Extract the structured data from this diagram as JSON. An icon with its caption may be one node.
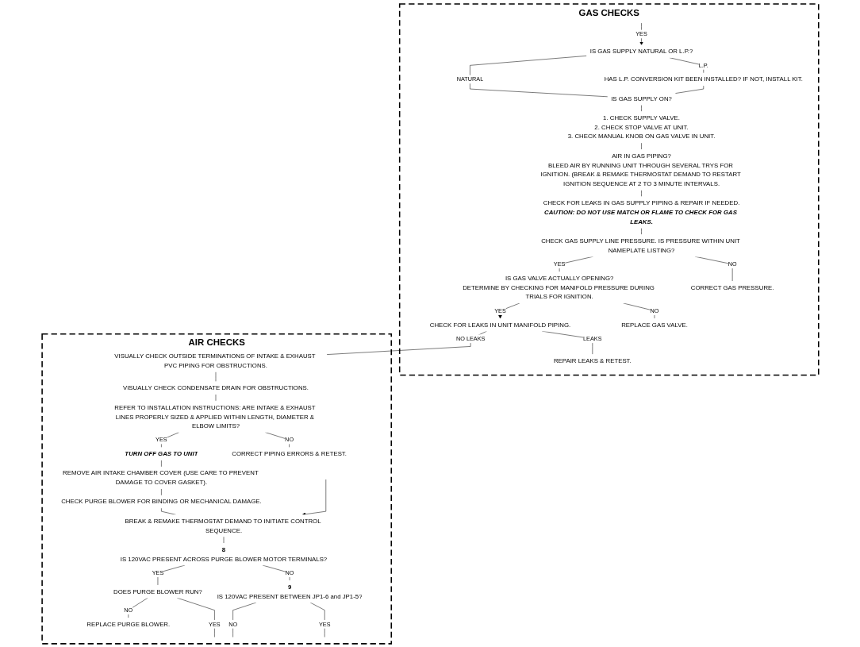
{
  "diagram": {
    "nodes": [
      {
        "text": [
          "GAS CHECKS"
        ]
      },
      {
        "text": [
          "IS GAS SUPPLY NATURAL OR L.P.?"
        ],
        "in": 0
      },
      {
        "text": [
          "HAS L.P. CONVERSION KIT BEEN INSTALLED? IF NOT, INSTALL KIT."
        ],
        "in": 0
      },
      {
        "text": [
          "IS GAS SUPPLY ON?"
        ],
        "in": 0
      },
      {
        "text": [
          "1. CHECK SUPPLY VALVE.",
          "2. CHECK STOP VALVE AT UNIT.",
          "3. CHECK MANUAL KNOB ON GAS VALVE IN UNIT."
        ],
        "in": 0
      },
      {
        "text": [
          "AIR IN GAS PIPING?",
          "BLEED AIR BY RUNNING UNIT THROUGH SEVERAL TRYS FOR IGNITION. (BREAK & REMAKE THERMOSTAT DEMAND TO RESTART IGNITION SEQUENCE AT 2 TO 3 MINUTE INTERVALS."
        ],
        "in": 0
      },
      {
        "text": [
          "CHECK FOR LEAKS IN GAS SUPPLY PIPING & REPAIR IF NEEDED.",
          "CAUTION: DO NOT USE MATCH OR FLAME TO CHECK FOR GAS LEAKS."
        ],
        "in": 0
      },
      {
        "text": [
          "CHECK GAS SUPPLY LINE PRESSURE. IS PRESSURE WITHIN UNIT NAMEPLATE LISTING?"
        ],
        "in": 0
      },
      {
        "text": [
          "CORRECT GAS PRESSURE."
        ],
        "in": 0
      },
      {
        "text": [
          "IS GAS VALVE ACTUALLY OPENING?",
          "DETERMINE BY CHECKING FOR MANIFOLD PRESSURE DURING TRIALS FOR IGNITION."
        ],
        "in": 0
      },
      {
        "text": [
          "REPLACE GAS VALVE."
        ],
        "in": 0
      },
      {
        "text": [
          "CHECK FOR LEAKS IN UNIT MANIFOLD PIPING."
        ],
        "in": 0
      },
      {
        "text": [
          "REPAIR LEAKS & RETEST."
        ],
        "in": 0
      },
      {
        "text": [
          "AIR CHECKS"
        ]
      },
      {
        "text": [
          "VISUALLY CHECK OUTSIDE TERMINATIONS OF INTAKE & EXHAUST PVC PIPING FOR OBSTRUCTIONS."
        ],
        "in": 13
      },
      {
        "text": [
          "VISUALLY CHECK CONDENSATE DRAIN FOR OBSTRUCTIONS."
        ],
        "in": 13
      },
      {
        "text": [
          "REFER TO INSTALLATION INSTRUCTIONS: ARE INTAKE & EXHAUST LINES PROPERLY SIZED & APPLIED WITHIN LENGTH, DIAMETER & ELBOW LIMITS?"
        ],
        "in": 13
      },
      {
        "text": [
          "CORRECT PIPING ERRORS & RETEST."
        ],
        "in": 13
      },
      {
        "text": [
          "TURN OFF GAS TO UNIT"
        ],
        "in": 13
      },
      {
        "text": [
          "REMOVE AIR INTAKE CHAMBER COVER (USE CARE TO PREVENT DAMAGE TO COVER GASKET)."
        ],
        "in": 13
      },
      {
        "text": [
          "CHECK PURGE BLOWER FOR BINDING OR MECHANICAL DAMAGE."
        ],
        "in": 13
      },
      {
        "text": [
          "BREAK & REMAKE THERMOSTAT DEMAND TO INITIATE CONTROL SEQUENCE."
        ],
        "in": 13
      },
      {
        "text": [
          "8",
          "IS 120VAC PRESENT ACROSS PURGE BLOWER MOTOR TERMINALS?"
        ],
        "in": 13
      },
      {
        "text": [
          "9",
          "IS 120VAC PRESENT BETWEEN JP1-6 and JP1-5?"
        ],
        "in": 13
      },
      {
        "text": [
          "DOES PURGE BLOWER RUN?"
        ],
        "in": 13
      },
      {
        "text": [
          "REPLACE PURGE BLOWER."
        ],
        "in": 13
      }
    ],
    "edges": [
      {
        "from": null,
        "to": 1,
        "arrow": "to",
        "label": "YES"
      },
      {
        "from": 1,
        "to": 2,
        "arrow": "none",
        "label": "L.P."
      },
      {
        "from": 1,
        "to": 3,
        "arrow": "none",
        "label": "NATURAL"
      },
      {
        "from": 2,
        "to": 3,
        "arrow": "none"
      },
      {
        "from": 3,
        "to": 4,
        "arrow": "none"
      },
      {
        "from": 4,
        "to": 5,
        "arrow": "none"
      },
      {
        "from": 5,
        "to": 6,
        "arrow": "none"
      },
      {
        "from": 6,
        "to": 7,
        "arrow": "none"
      },
      {
        "from": 7,
        "to": 8,
        "arrow": "none",
        "label": "NO"
      },
      {
        "from": 7,
        "to": 9,
        "arrow": "none",
        "label": "YES"
      },
      {
        "from": 9,
        "to": 10,
        "arrow": "none",
        "label": "NO"
      },
      {
        "from": 9,
        "to": 11,
        "arrow": "to",
        "label": "YES"
      },
      {
        "from": 11,
        "to": 12,
        "arrow": "none",
        "label": "LEAKS"
      },
      {
        "from": 11,
        "to": 14,
        "arrow": "none",
        "label": "NO LEAKS"
      },
      {
        "from": 14,
        "to": 15,
        "arrow": "none"
      },
      {
        "from": 15,
        "to": 16,
        "arrow": "none"
      },
      {
        "from": 16,
        "to": 17,
        "arrow": "none",
        "label": "NO"
      },
      {
        "from": 16,
        "to": 18,
        "arrow": "none",
        "label": "YES"
      },
      {
        "from": 18,
        "to": 19,
        "arrow": "none"
      },
      {
        "from": 19,
        "to": 20,
        "arrow": "none"
      },
      {
        "from": 20,
        "to": 21,
        "arrow": "none"
      },
      {
        "from": null,
        "to": 21,
        "arrow": "to"
      },
      {
        "from": 21,
        "to": 22,
        "arrow": "none"
      },
      {
        "from": 22,
        "to": 23,
        "arrow": "none",
        "label": "NO"
      },
      {
        "from": 22,
        "to": 24,
        "arrow": "none",
        "label": "YES"
      },
      {
        "from": 23,
        "to": null,
        "arrow": "none",
        "label": "YES"
      },
      {
        "from": 23,
        "to": null,
        "arrow": "none",
        "label": "NO"
      },
      {
        "from": 24,
        "to": null,
        "arrow": "none",
        "label": "YES"
      },
      {
        "from": 24,
        "to": 25,
        "arrow": "none",
        "label": "NO"
      }
    ]
  }
}
